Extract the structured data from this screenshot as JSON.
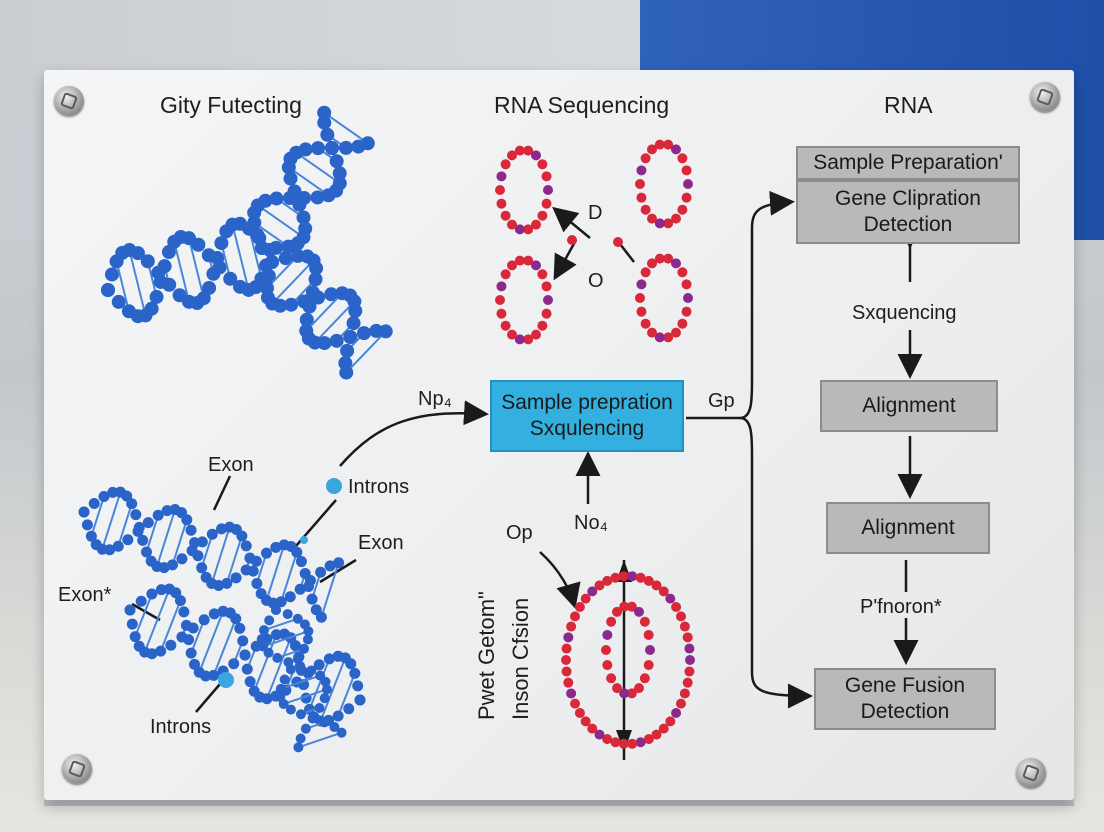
{
  "headers": {
    "left": "Gity Futecting",
    "center": "RNA Sequencing",
    "right": "RNA"
  },
  "labels": {
    "exon_top": "Exon",
    "introns_mid": "Introns",
    "exon_mid": "Exon",
    "exon_left": "Exon*",
    "introns_bottom": "Introns",
    "np": "Np₄",
    "gp": "Gp",
    "d": "D",
    "o_top": "O",
    "op": "Op",
    "no": "No₄",
    "vert_1": "Pwet Getom\"",
    "vert_2": "Inson Cfsion",
    "sxquencing": "Sxquencing",
    "pfnoron": "P'fnoron*"
  },
  "boxes": {
    "center_line1": "Sample prepration",
    "center_line2": "Sxqulencing",
    "sample_prep": "Sample Preparation'",
    "gene_clip_line1": "Gene Clipration",
    "gene_clip_line2": "Detection",
    "alignment_1": "Alignment",
    "alignment_2": "Alignment",
    "fusion_line1": "Gene Fusion",
    "fusion_line2": "Detection"
  },
  "colors": {
    "dna_blue": "#2a64c8",
    "rna_red": "#d8283a",
    "box_gray": "#b9b9b9",
    "box_blue": "#33b0e0"
  }
}
